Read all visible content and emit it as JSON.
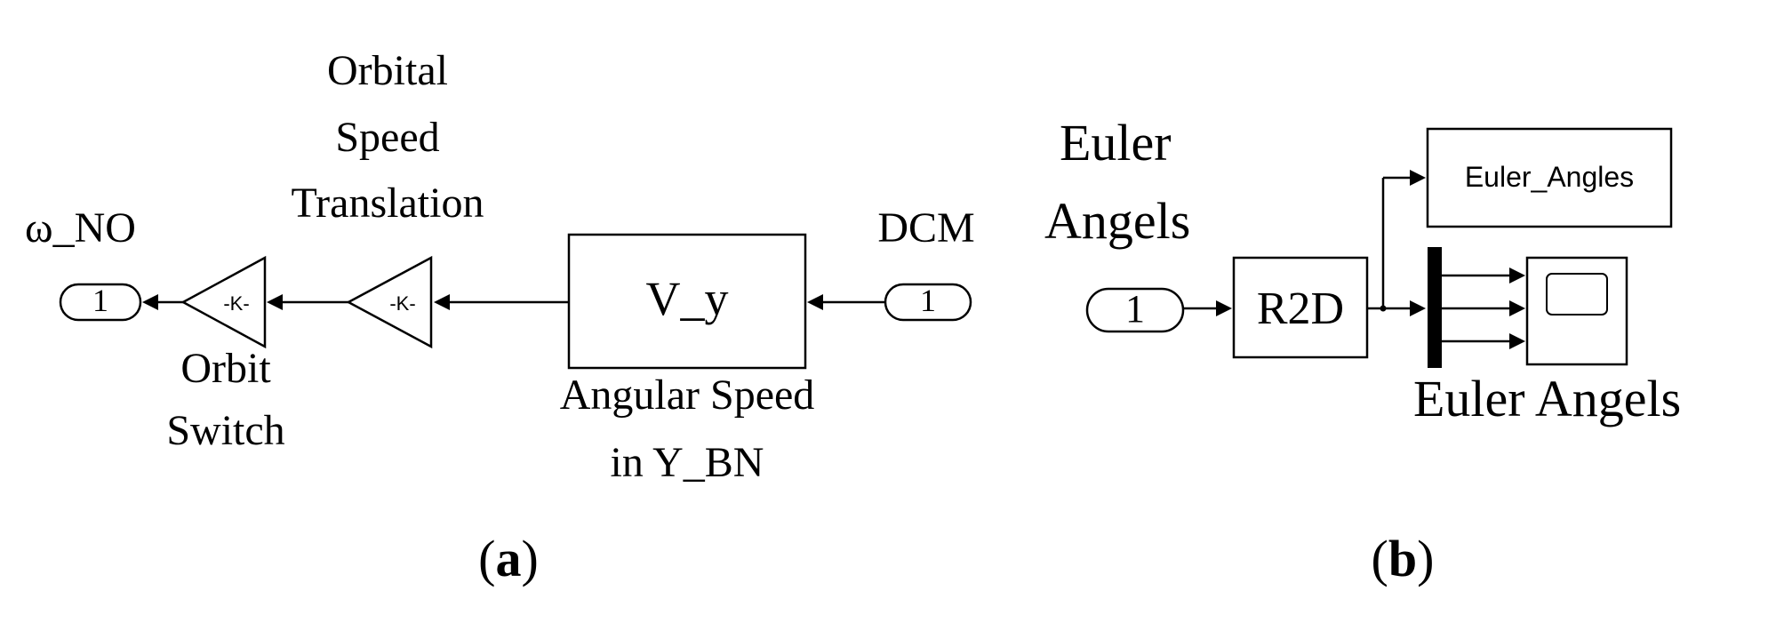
{
  "panel_a": {
    "output_port": {
      "label": "ω_NO",
      "number": "1"
    },
    "orbit_switch_gain": {
      "value": "-K-",
      "label_line1": "Orbit",
      "label_line2": "Switch"
    },
    "translation_gain": {
      "value": "-K-",
      "label_line1": "Orbital",
      "label_line2": "Speed",
      "label_line3": "Translation"
    },
    "subsystem": {
      "text": "V_y",
      "label_line1": "Angular Speed",
      "label_line2": "in Y_BN"
    },
    "input_port": {
      "label": "DCM",
      "number": "1"
    },
    "caption_letter": "a"
  },
  "panel_b": {
    "input_port": {
      "label_line1": "Euler",
      "label_line2": "Angels",
      "number": "1"
    },
    "r2d_block": {
      "text": "R2D"
    },
    "display_block": {
      "text": "Euler_Angles"
    },
    "scope_block": {
      "label": "Euler Angels"
    },
    "caption_letter": "b"
  }
}
